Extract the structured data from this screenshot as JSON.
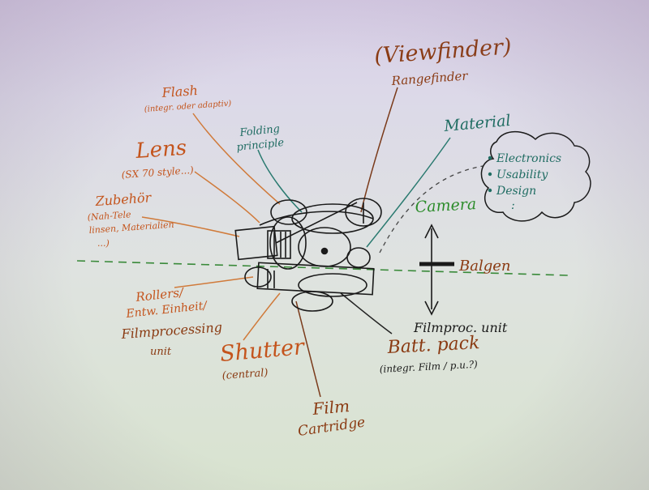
{
  "labels": {
    "viewfinder": "(Viewfinder)",
    "rangefinder": "Rangefinder",
    "flash": "Flash",
    "flash_sub": "(integr. oder adaptiv)",
    "folding": "Folding",
    "folding_sub": "principle",
    "lens": "Lens",
    "lens_sub": "(SX 70 style...)",
    "material": "Material",
    "zubehoer": "Zubehör",
    "zubehoer_sub1": "(Nah-Tele",
    "zubehoer_sub2": "linsen, Materialien",
    "zubehoer_sub3": "...)",
    "camera": "Camera",
    "bellows": "Balgen",
    "rollers": "Rollers/",
    "rollers_sub1": "Entw. Einheit/",
    "rollers_sub2": "Filmprocessing",
    "rollers_sub3": "unit",
    "shutter": "Shutter",
    "shutter_sub": "(central)",
    "filmproc": "Filmproc. unit",
    "battpack": "Batt. pack",
    "battpack_sub": "(integr. Film / p.u.?)",
    "film": "Film",
    "cartridge": "Cartridge"
  },
  "cloud": {
    "items": [
      "Electronics",
      "Usability",
      "Design"
    ],
    "more": ":"
  },
  "colors": {
    "brown": "#8a3a12",
    "orange": "#c4541c",
    "teal": "#1f6c62",
    "green": "#2c8c2a"
  }
}
